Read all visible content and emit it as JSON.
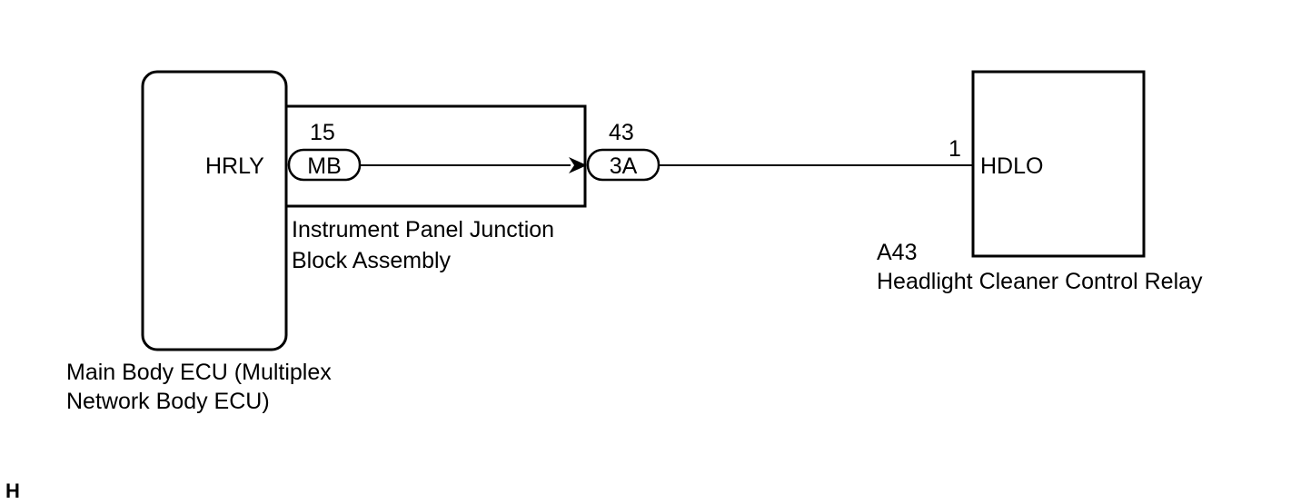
{
  "ecu": {
    "pin_name": "HRLY",
    "label_line1": "Main Body ECU (Multiplex",
    "label_line2": "Network Body ECU)"
  },
  "junction_block": {
    "input_connector": "MB",
    "input_pin": "15",
    "output_connector": "3A",
    "output_pin": "43",
    "label_line1": "Instrument Panel Junction",
    "label_line2": "Block Assembly"
  },
  "relay": {
    "pin_number": "1",
    "pin_name": "HDLO",
    "code": "A43",
    "label": "Headlight Cleaner Control Relay"
  },
  "corner_mark": "H"
}
